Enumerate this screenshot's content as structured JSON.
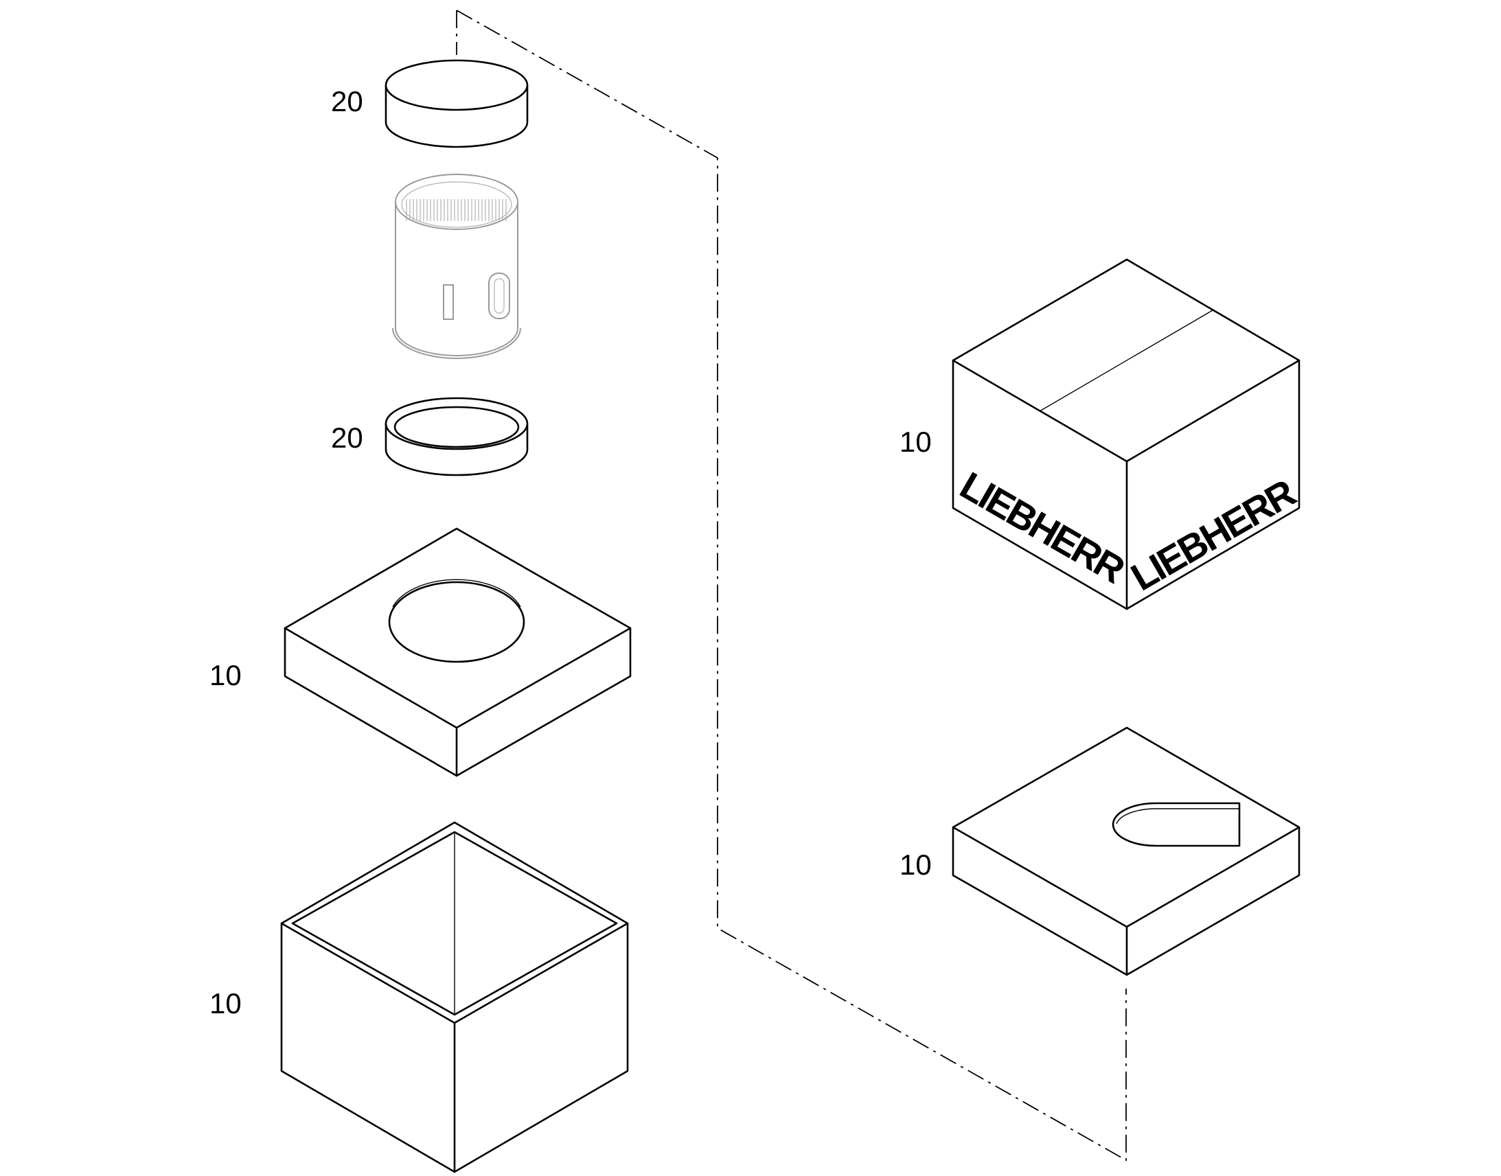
{
  "callouts": {
    "lid_disc": "20",
    "ring": "20",
    "top_insert": "10",
    "outer_box": "10",
    "closed_box": "10",
    "side_insert": "10"
  },
  "branding": {
    "logo_left": "LIEBHERR",
    "logo_right": "LIEBHERR"
  }
}
